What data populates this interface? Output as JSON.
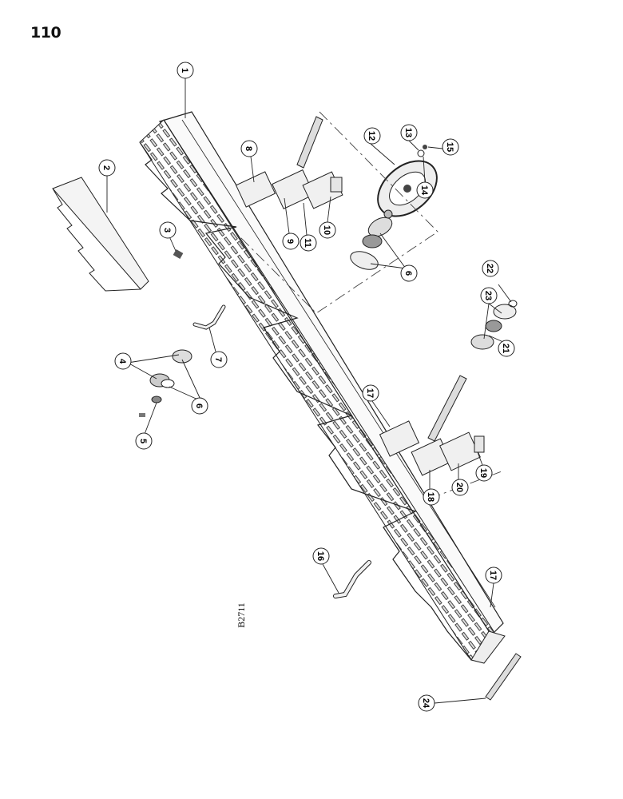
{
  "page": {
    "number": "110"
  },
  "figure": {
    "code": "B2711",
    "callouts": [
      "1",
      "2",
      "3",
      "4",
      "5",
      "6",
      "6",
      "7",
      "8",
      "9",
      "10",
      "11",
      "12",
      "13",
      "14",
      "15",
      "16",
      "17",
      "17",
      "18",
      "19",
      "20",
      "21",
      "22",
      "23",
      "24"
    ]
  },
  "icons": {
    "fixture": "raddle-chain-assembly-icon",
    "sprocket": "sprocket-pulley-icon",
    "bearing": "flange-bearing-icon",
    "shaft": "drive-shaft-icon"
  }
}
